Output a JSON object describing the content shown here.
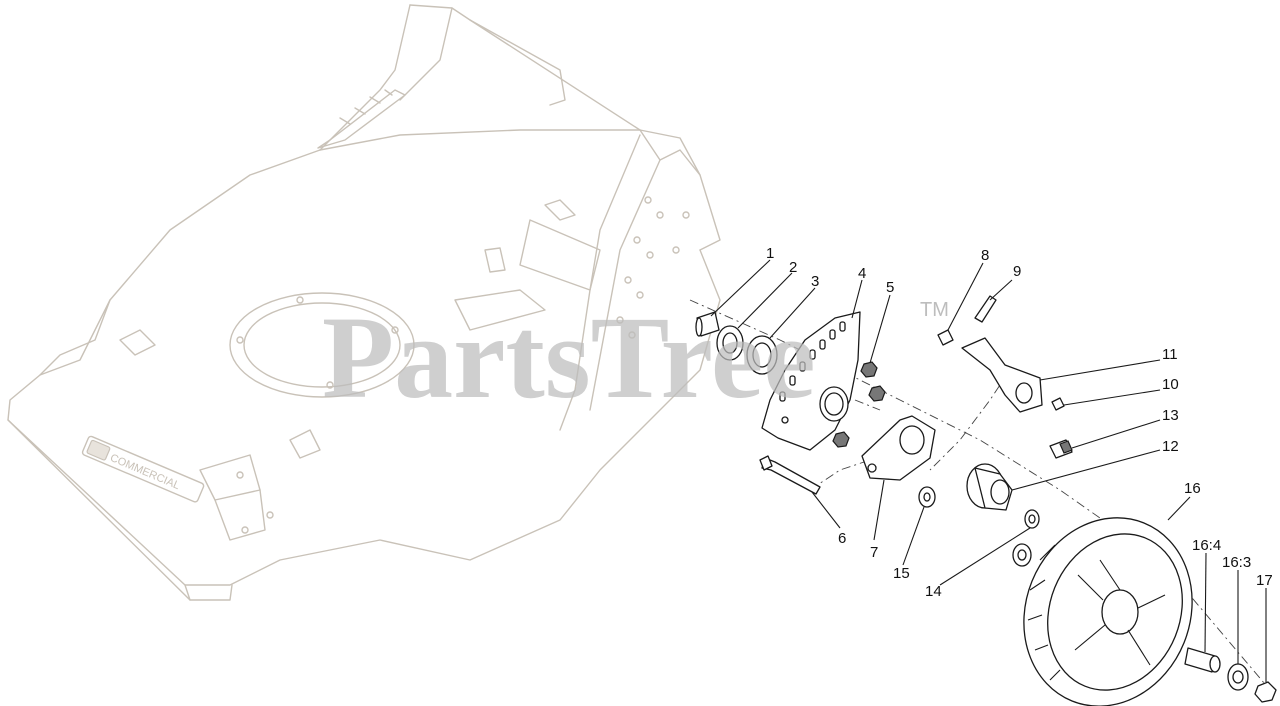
{
  "watermark": {
    "text": "PartsTree",
    "trademark": "TM"
  },
  "deck_logo_text": "COMMERCIAL",
  "callouts": {
    "c1": "1",
    "c2": "2",
    "c3": "3",
    "c4": "4",
    "c5": "5",
    "c6": "6",
    "c7": "7",
    "c8": "8",
    "c9": "9",
    "c10": "10",
    "c11": "11",
    "c12": "12",
    "c13": "13",
    "c14": "14",
    "c15": "15",
    "c16": "16",
    "c16_4": "16:4",
    "c16_3": "16:3",
    "c17": "17"
  }
}
